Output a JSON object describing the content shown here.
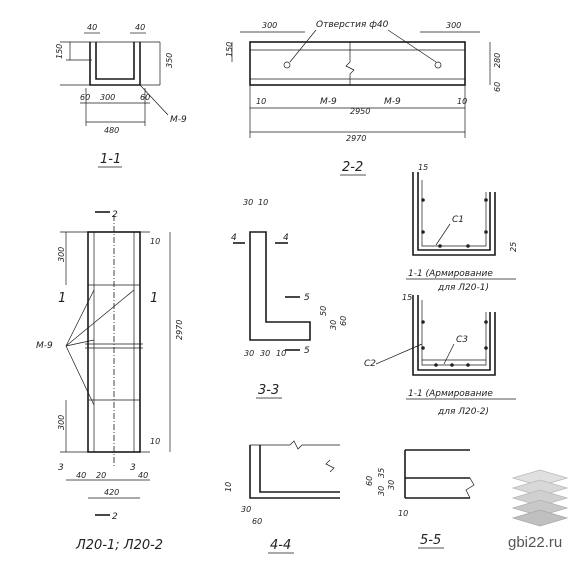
{
  "labels": {
    "holes": "Отверстия ф40",
    "m9": "М-9",
    "c1": "С1",
    "c2": "С2",
    "c3": "С3",
    "sec_1_1": "1-1",
    "sec_2_2": "2-2",
    "sec_3_3": "3-3",
    "sec_4_4": "4-4",
    "sec_5_5": "5-5",
    "reinf1": "1-1 (Армирование",
    "reinf1b": "для Л20-1)",
    "reinf2": "1-1 (Армирование",
    "reinf2b": "для Л20-2)",
    "product": "Л20-1; Л20-2",
    "cut1": "1",
    "cut2": "2",
    "cut3": "3",
    "cut4": "4",
    "cut5": "5"
  },
  "dims": {
    "d40": "40",
    "d150": "150",
    "d350": "350",
    "d60": "60",
    "d300": "300",
    "d480": "480",
    "d280": "280",
    "d10": "10",
    "d2950": "2950",
    "d2970": "2970",
    "d30": "30",
    "d15": "15",
    "d35": "35",
    "d50": "50",
    "d20": "20",
    "d420": "420",
    "d25": "25"
  },
  "watermark": "gbi22.ru"
}
